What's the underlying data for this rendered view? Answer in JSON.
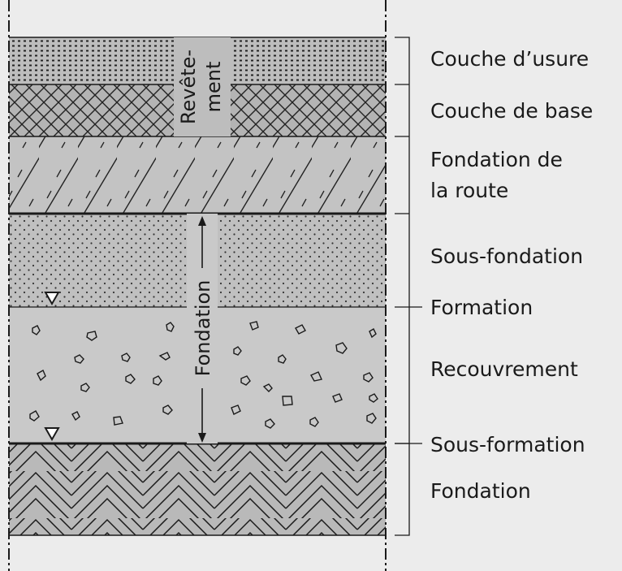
{
  "diagram": {
    "labels": {
      "couche_usure": "Couche d’usure",
      "couche_base": "Couche de base",
      "fondation_route_1": "Fondation de",
      "fondation_route_2": "la route",
      "sous_fondation": "Sous-fondation",
      "formation": "Formation",
      "recouvrement": "Recouvrement",
      "sous_formation": "Sous-formation",
      "fondation": "Fondation"
    },
    "vertical": {
      "revetement_1": "Revête-",
      "revetement_2": "ment",
      "fondation": "Fondation"
    },
    "colors": {
      "background": "#ececec",
      "layer_fill": "#bdbdbd",
      "line": "#1a1a1a"
    }
  }
}
